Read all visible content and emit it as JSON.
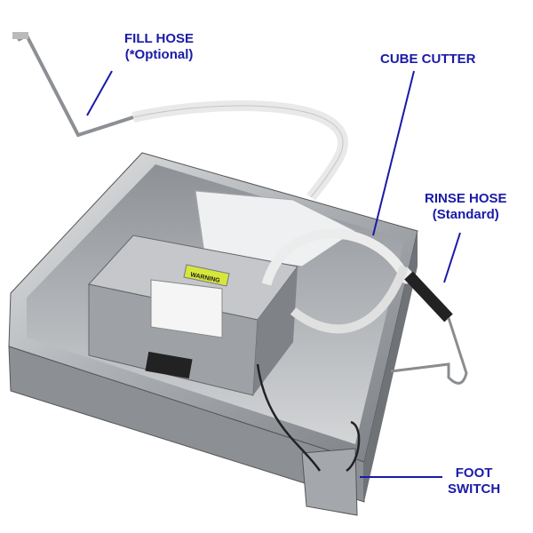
{
  "callouts": {
    "fill_hose": {
      "title": "FILL HOSE",
      "note": "(*Optional)"
    },
    "cube_cutter": {
      "title": "CUBE CUTTER"
    },
    "rinse_hose": {
      "title": "RINSE HOSE",
      "note": "(Standard)"
    },
    "foot_switch": {
      "title": "FOOT",
      "note": "SWITCH"
    }
  },
  "product": {
    "warning_label": "WARNING"
  },
  "colors": {
    "label": "#1a1aa8",
    "steel": "#b9bcbf",
    "hose": "#eeeeee",
    "sticker": "#d6e63a"
  }
}
